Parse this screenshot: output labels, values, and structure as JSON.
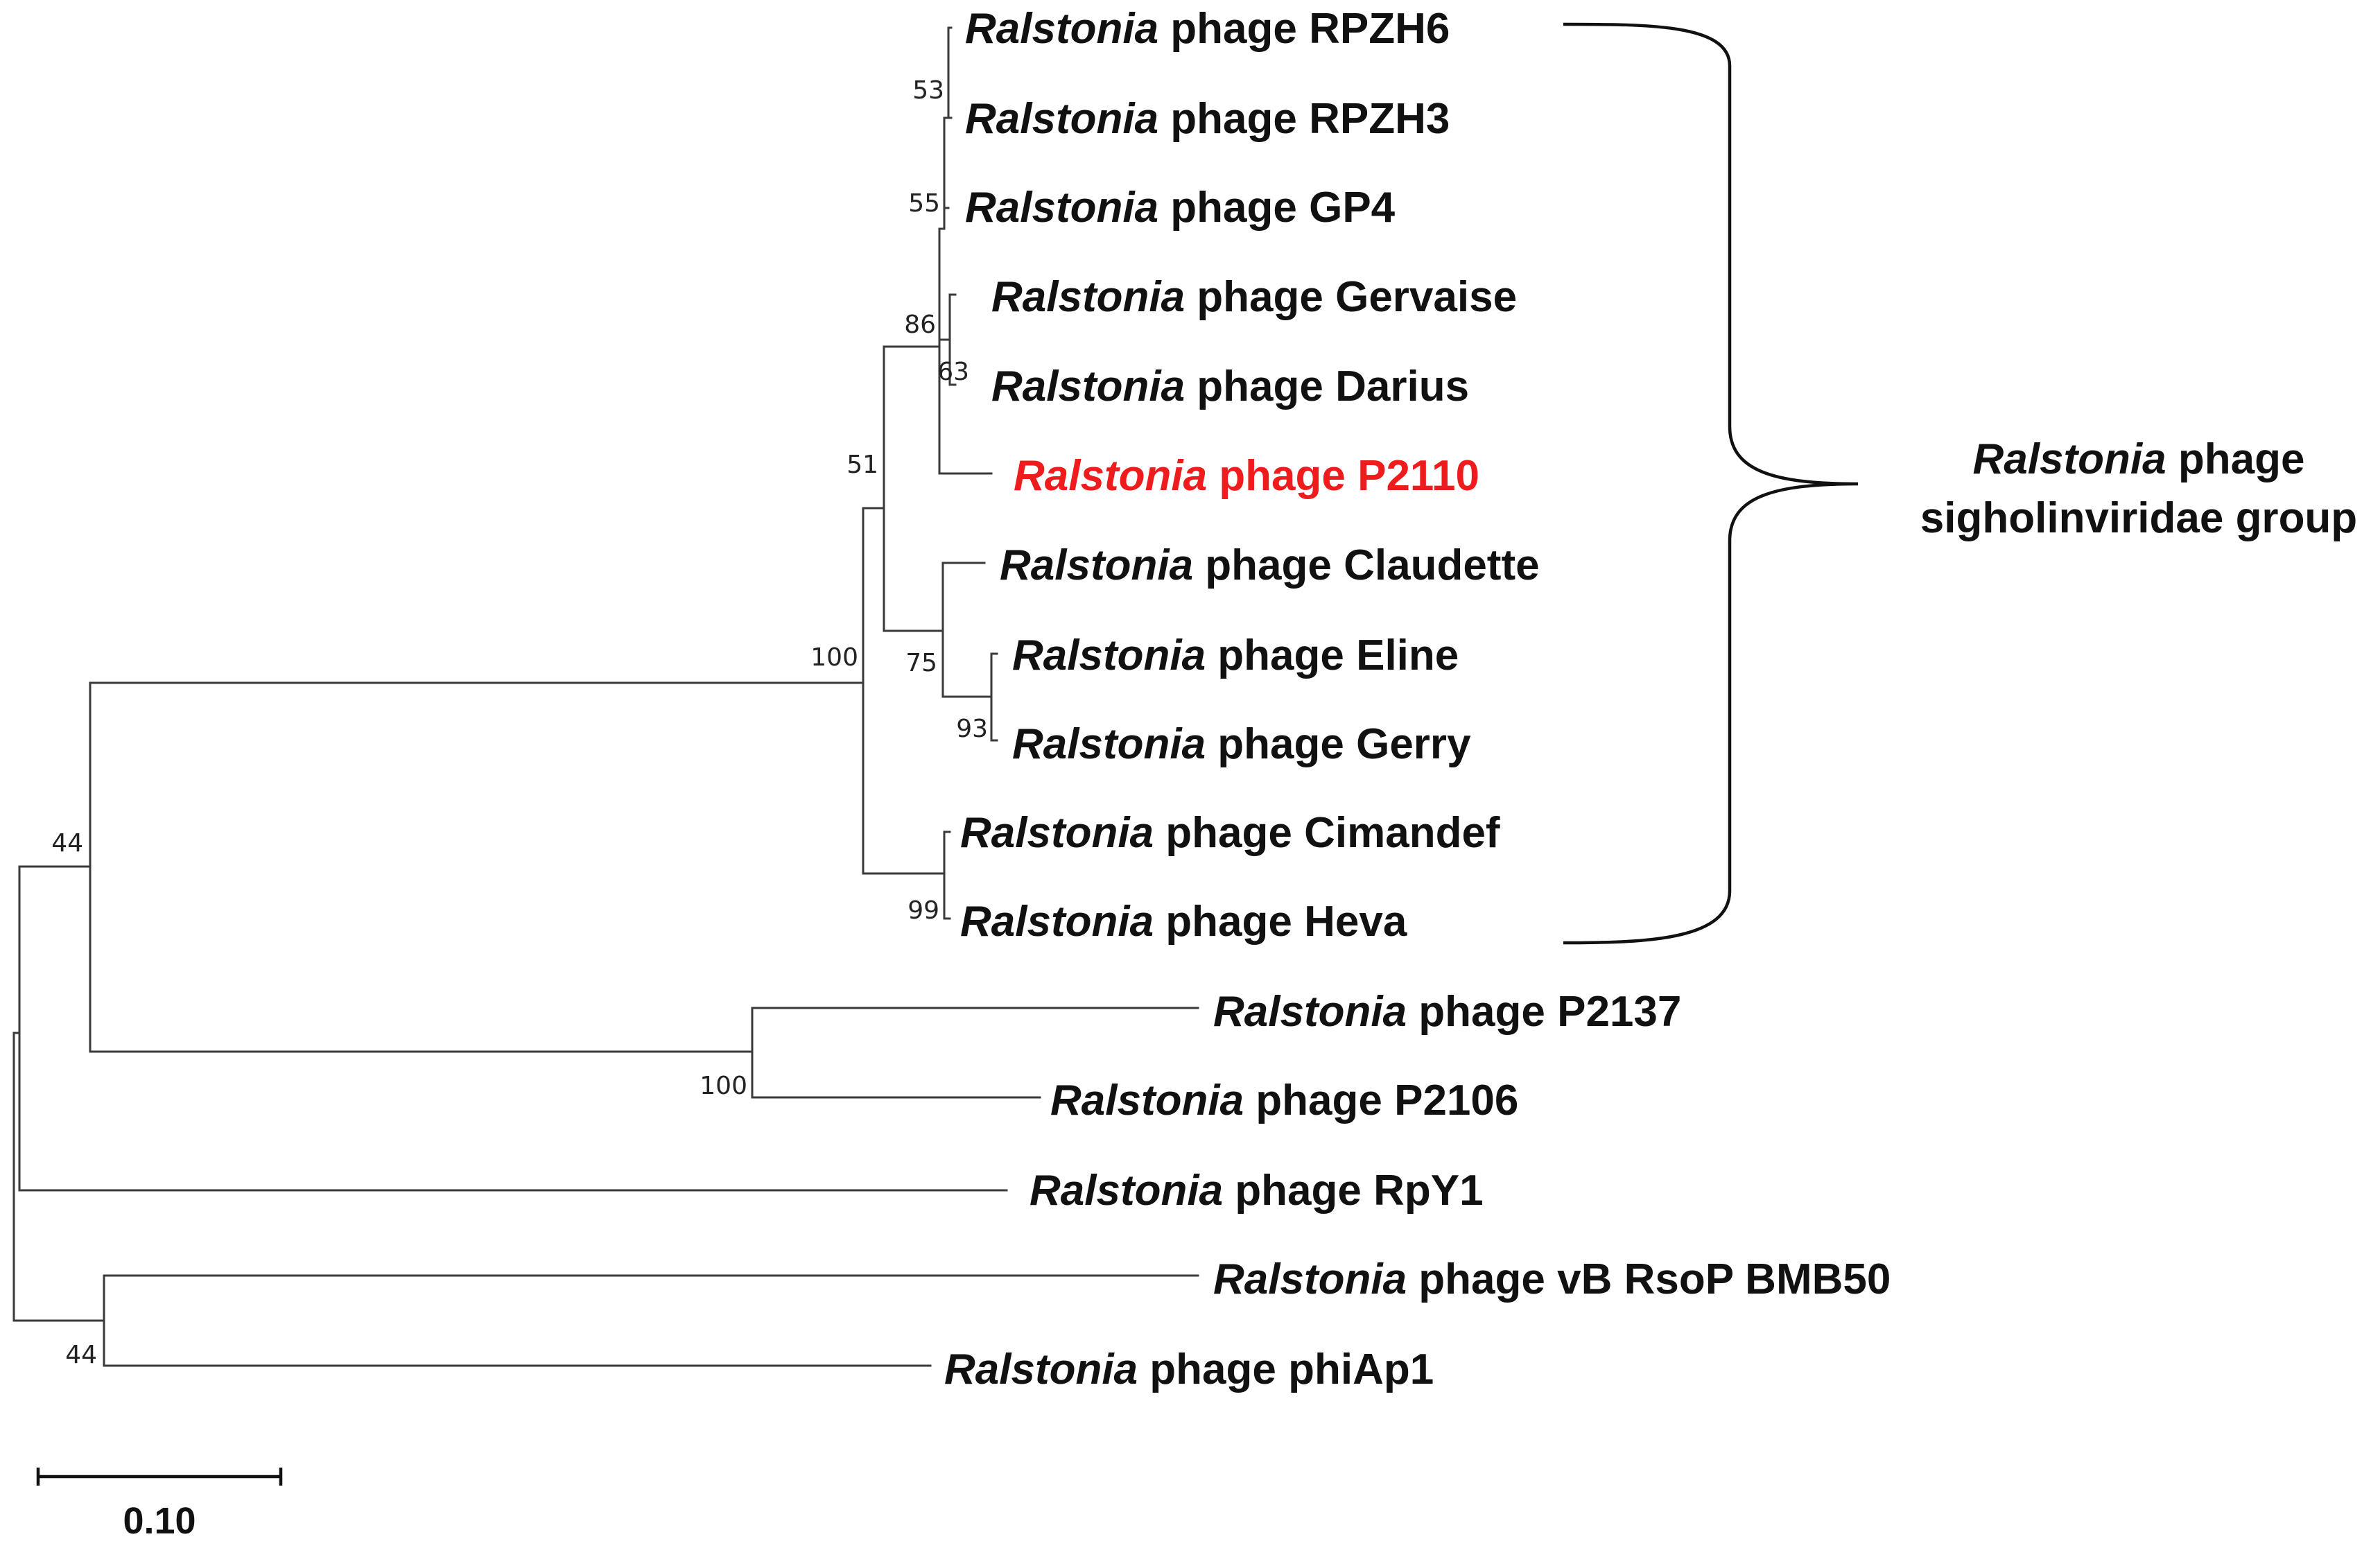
{
  "tree": {
    "leaves": [
      {
        "genus": "Ralstonia",
        "name": "phage RPZH6",
        "color": "#111111"
      },
      {
        "genus": "Ralstonia",
        "name": "phage RPZH3",
        "color": "#111111"
      },
      {
        "genus": "Ralstonia",
        "name": "phage GP4",
        "color": "#111111"
      },
      {
        "genus": "Ralstonia",
        "name": "phage Gervaise",
        "color": "#111111"
      },
      {
        "genus": "Ralstonia",
        "name": "phage Darius",
        "color": "#111111"
      },
      {
        "genus": "Ralstonia",
        "name": "phage P2110",
        "color": "#ee1c1c"
      },
      {
        "genus": "Ralstonia",
        "name": "phage Claudette",
        "color": "#111111"
      },
      {
        "genus": "Ralstonia",
        "name": "phage Eline",
        "color": "#111111"
      },
      {
        "genus": "Ralstonia",
        "name": "phage Gerry",
        "color": "#111111"
      },
      {
        "genus": "Ralstonia",
        "name": "phage Cimandef",
        "color": "#111111"
      },
      {
        "genus": "Ralstonia",
        "name": "phage Heva",
        "color": "#111111"
      },
      {
        "genus": "Ralstonia",
        "name": "phage P2137",
        "color": "#111111"
      },
      {
        "genus": "Ralstonia",
        "name": "phage P2106",
        "color": "#111111"
      },
      {
        "genus": "Ralstonia",
        "name": "phage RpY1",
        "color": "#111111"
      },
      {
        "genus": "Ralstonia",
        "name": "phage vB RsoP BMB50",
        "color": "#111111"
      },
      {
        "genus": "Ralstonia",
        "name": "phage phiAp1",
        "color": "#111111"
      }
    ],
    "support_values": [
      "53",
      "55",
      "86",
      "63",
      "51",
      "75",
      "93",
      "100",
      "99",
      "44",
      "100",
      "44"
    ],
    "group_label": {
      "genus": "Ralstonia",
      "line1_rest": "phage",
      "line2": "sigholinviridae group"
    },
    "scale_bar": {
      "label": "0.10",
      "value": 0.1
    }
  }
}
